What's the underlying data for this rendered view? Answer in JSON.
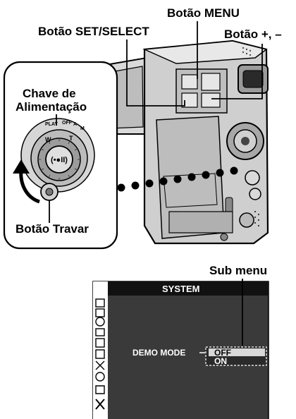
{
  "labels": {
    "menu_button": "Botão MENU",
    "set_select_button": "Botão SET/SELECT",
    "plus_minus_button": "Botão +, –",
    "power_switch_line1": "Chave de",
    "power_switch_line2": "Alimentação",
    "lock_button": "Botão Travar",
    "sub_menu": "Sub menu"
  },
  "dial": {
    "modes": [
      "PLAY",
      "OFF",
      "A",
      "M"
    ],
    "letters": [
      "W",
      "T"
    ]
  },
  "menu_screen": {
    "title": "SYSTEM",
    "item_label": "DEMO MODE",
    "options": [
      "OFF",
      "ON"
    ],
    "selected_option": "OFF",
    "icons": [
      "camera-icon",
      "tv-icon",
      "film-icon",
      "display-icon",
      "a-mode-icon",
      "m-mode-icon",
      "system-icon",
      "clock-icon",
      "wipe-icon",
      "cross-icon"
    ]
  },
  "colors": {
    "screen_bg": "#3a3a3a",
    "title_bar": "#111111",
    "sidebar": "#ffffff"
  }
}
